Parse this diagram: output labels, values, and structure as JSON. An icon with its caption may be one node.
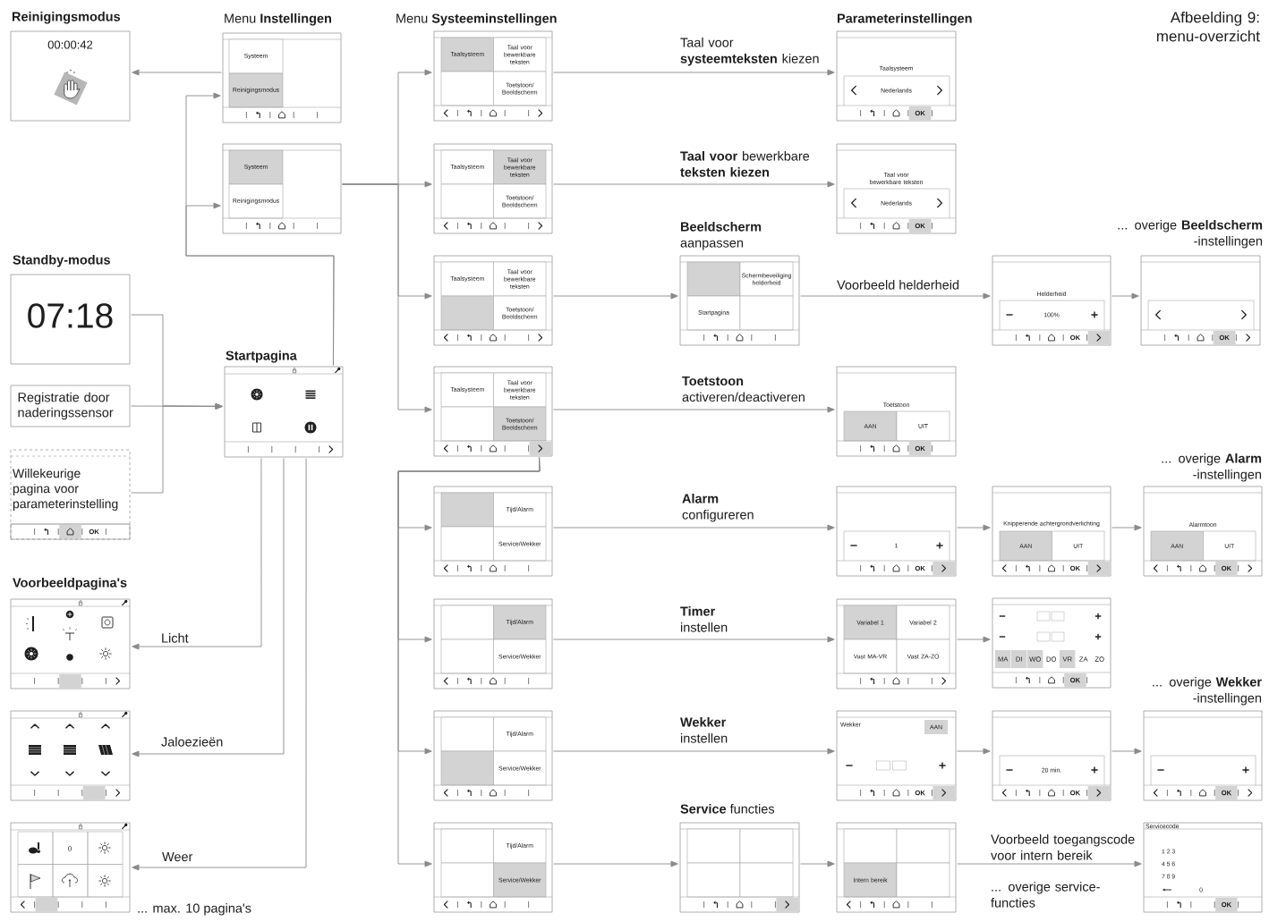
{
  "diagram": {
    "title": "Afbeelding 9: menu-overzicht",
    "nodes": [
      {
        "text": [
          "Reinigingsmodus",
          "00:00:42"
        ]
      },
      {
        "text": [
          "Systeem",
          "Reinigingsmodus"
        ]
      },
      {
        "text": [
          "Taalsysteem",
          "Taal voor bewerkbare teksten",
          "Toetstoon/Beeldscherm"
        ]
      },
      {
        "text": [
          "Taalsysteem",
          "Nederlands",
          "OK"
        ]
      },
      {
        "text": [
          "Systeem",
          "Reinigingsmodus"
        ]
      },
      {
        "text": [
          "Taalsysteem",
          "Taal voor bewerkbare teksten",
          "Toetstoon/Beeldscherm"
        ]
      },
      {
        "text": [
          "Taal voor bewerkbare teksten",
          "Nederlands",
          "OK"
        ]
      },
      {
        "text": [
          "Standby-modus",
          "07:18"
        ]
      },
      {
        "text": [
          "Taalsysteem",
          "Taal voor bewerkbare teksten",
          "Toetstoon/Beeldscherm"
        ]
      },
      {
        "text": [
          "**Beeldscherm** aanpassen",
          "Schermbeveiliging helderheid",
          "Startpagina"
        ]
      },
      {
        "text": [
          "Helderheid",
          "100%",
          "OK"
        ]
      },
      {
        "text": [
          "... overige **Beeldscherm** -instellingen",
          "OK"
        ]
      },
      {
        "text": [
          "Registratie door naderingssensor"
        ]
      },
      {
        "text": [
          "Startpagina"
        ]
      },
      {
        "text": [
          "Taalsysteem",
          "Taal voor bewerkbare teksten",
          "Toetstoon/Beeldscherm"
        ]
      },
      {
        "text": [
          "Toetstoon",
          "AAN",
          "UIT",
          "OK"
        ]
      },
      {
        "text": [
          "Willekeurige pagina voor parameterinstelling",
          "OK"
        ]
      },
      {
        "text": [
          "Tijd/Alarm",
          "Service/Wekker"
        ]
      },
      {
        "text": [
          "1",
          "OK"
        ]
      },
      {
        "text": [
          "Knipperende achtergrondverlichting",
          "AAN",
          "UIT",
          "OK"
        ]
      },
      {
        "text": [
          "... overige **Alarm** -instellingen",
          "Alarmtoon",
          "AAN",
          "UIT",
          "OK"
        ]
      },
      {
        "text": [],
        "shape": "picture"
      },
      {
        "text": [
          "Tijd/Alarm",
          "Service/Wekker"
        ]
      },
      {
        "text": [
          "Variabel 1",
          "Variabel 2",
          "Vast MA-VR",
          "Vast ZA-ZO"
        ]
      },
      {
        "text": [
          "MA",
          "DI",
          "WO",
          "DO",
          "VR",
          "ZA",
          "ZO",
          "OK"
        ]
      },
      {
        "text": [],
        "shape": "picture"
      },
      {
        "text": [
          "Tijd/Alarm",
          "Service/Wekker"
        ]
      },
      {
        "text": [
          "Wekker",
          "AAN",
          "OK"
        ]
      },
      {
        "text": [
          "20 min.",
          "OK"
        ]
      },
      {
        "text": [
          "... overige **Wekker** -instellingen",
          "OK"
        ]
      },
      {
        "text": [
          "0"
        ]
      },
      {
        "text": [
          "Tijd/Alarm",
          "Service/Wekker"
        ]
      },
      {
        "text": [
          "**Service** functies"
        ]
      },
      {
        "text": [
          "Intern bereik"
        ]
      },
      {
        "text": [
          "Servicecode",
          "1 2 3",
          "4 5 6",
          "7 8 9",
          "0",
          "OK"
        ]
      }
    ],
    "edges": [
      {
        "from": 1,
        "to": 0,
        "arrow": "to"
      },
      {
        "from": 13,
        "to": 1,
        "arrow": "to"
      },
      {
        "from": 13,
        "to": 4,
        "arrow": "to"
      },
      {
        "from": 4,
        "to": 2,
        "arrow": "to"
      },
      {
        "from": 4,
        "to": 5,
        "arrow": "to"
      },
      {
        "from": 4,
        "to": 8,
        "arrow": "to"
      },
      {
        "from": 4,
        "to": 14,
        "arrow": "to"
      },
      {
        "from": 14,
        "to": 17,
        "arrow": "to"
      },
      {
        "from": 14,
        "to": 22,
        "arrow": "to"
      },
      {
        "from": 14,
        "to": 26,
        "arrow": "to"
      },
      {
        "from": 14,
        "to": 31,
        "arrow": "to"
      },
      {
        "from": 7,
        "to": 13,
        "arrow": "to"
      },
      {
        "from": 12,
        "to": 13,
        "arrow": "to"
      },
      {
        "from": 16,
        "to": 13,
        "arrow": "to"
      },
      {
        "from": 13,
        "to": 21,
        "arrow": "to",
        "label": "Licht"
      },
      {
        "from": 13,
        "to": 25,
        "arrow": "to",
        "label": "Jaloezieën"
      },
      {
        "from": 13,
        "to": 30,
        "arrow": "to",
        "label": "Weer"
      },
      {
        "from": 2,
        "to": 3,
        "arrow": "to",
        "label": "Taal voor **systeemteksten** kiezen"
      },
      {
        "from": 5,
        "to": 6,
        "arrow": "to",
        "label": "**Taal voor** bewerkbare **teksten kiezen**"
      },
      {
        "from": 8,
        "to": 9,
        "arrow": "to"
      },
      {
        "from": 9,
        "to": 10,
        "arrow": "to",
        "label": "Voorbeeld helderheid"
      },
      {
        "from": 10,
        "to": 11,
        "arrow": "to"
      },
      {
        "from": 14,
        "to": 15,
        "arrow": "to",
        "label": "**Toetstoon** activeren/deactiveren"
      },
      {
        "from": 17,
        "to": 18,
        "arrow": "to",
        "label": "**Alarm** configureren"
      },
      {
        "from": 18,
        "to": 19,
        "arrow": "to"
      },
      {
        "from": 19,
        "to": 20,
        "arrow": "to"
      },
      {
        "from": 22,
        "to": 23,
        "arrow": "to",
        "label": "**Timer** instellen"
      },
      {
        "from": 23,
        "to": 24,
        "arrow": "to"
      },
      {
        "from": 26,
        "to": 27,
        "arrow": "to",
        "label": "**Wekker** instellen"
      },
      {
        "from": 27,
        "to": 28,
        "arrow": "to"
      },
      {
        "from": 28,
        "to": 29,
        "arrow": "to"
      },
      {
        "from": 31,
        "to": 32,
        "arrow": "to"
      },
      {
        "from": 32,
        "to": 33,
        "arrow": "to"
      },
      {
        "from": 33,
        "to": 34,
        "arrow": "to",
        "label": "Voorbeeld toegangscode voor intern bereik"
      }
    ],
    "labels": [
      "Menu **Instellingen**",
      "Menu **Systeeminstellingen**",
      "Parameterinstellingen",
      "Voorbeeldpagina's",
      "... max. 10 pagina's",
      "... overige service-functies"
    ]
  }
}
